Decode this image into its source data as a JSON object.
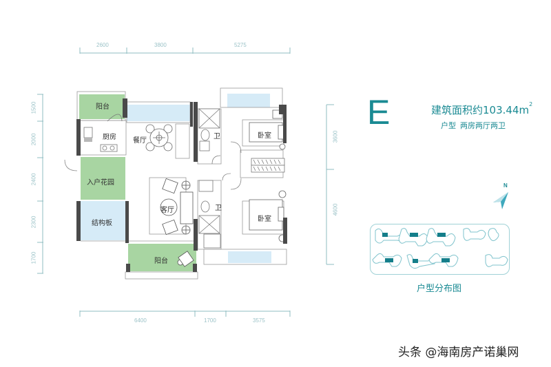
{
  "unit": {
    "letter": "E",
    "area_label": "建筑面积约103.44m",
    "area_sup": "2",
    "type_prefix": "户型",
    "type_value": "两房两厅两卫"
  },
  "colors": {
    "accent": "#1a8a93",
    "dimension": "#9cc3c8",
    "balcony_green": "#a8d5a2",
    "glass_blue": "#d6ebf7",
    "wall_dark": "#4a4a4a"
  },
  "dimensions": {
    "top": [
      "2600",
      "3800",
      "5275"
    ],
    "bottom": [
      "6400",
      "1700",
      "3575"
    ],
    "left": [
      "1500",
      "2000",
      "2400",
      "2300",
      "1700"
    ],
    "right": [
      "3600",
      "4600"
    ]
  },
  "rooms": {
    "balcony_top": "阳台",
    "kitchen": "厨房",
    "dining": "餐厅",
    "bath_top": "卫",
    "bedroom_top": "卧室",
    "entry_garden": "入户花园",
    "structure_slab": "结构板",
    "living": "客厅",
    "bath_bottom": "卫",
    "bedroom_bottom": "卧室",
    "balcony_bottom": "阳台"
  },
  "compass": {
    "label": "N",
    "icon": "north-arrow-icon"
  },
  "distribution": {
    "label": "户型分布图"
  },
  "watermark": "头条 @海南房产诺巢网"
}
